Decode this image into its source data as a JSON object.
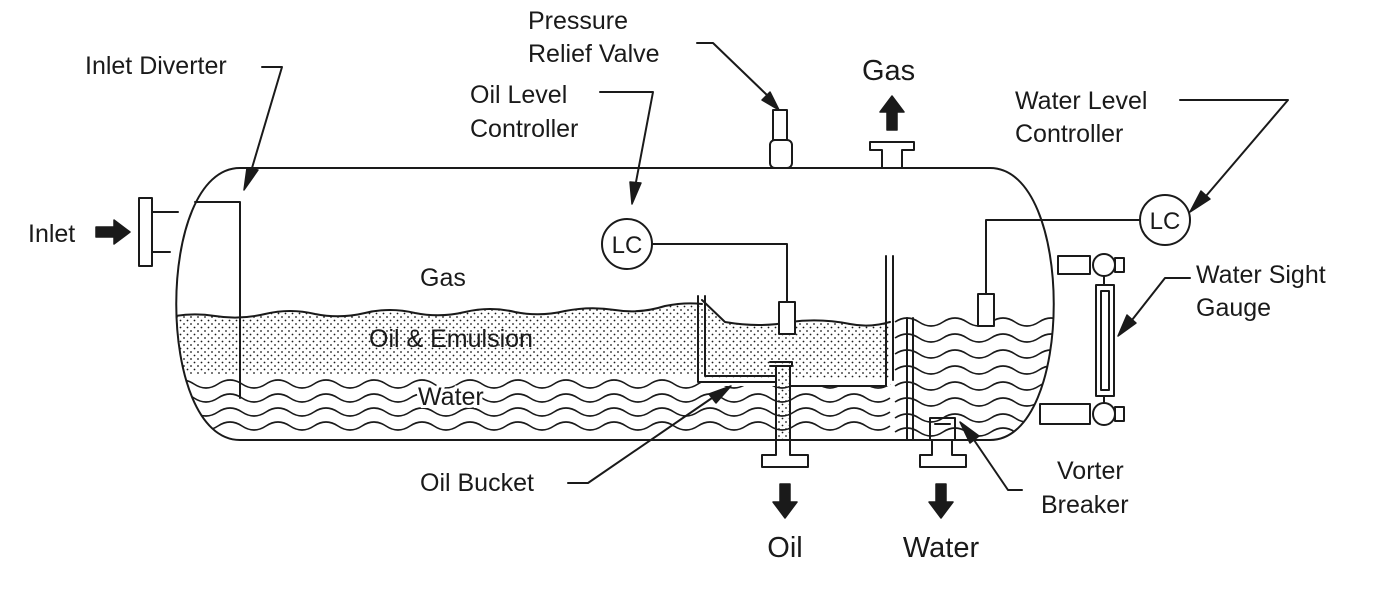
{
  "labels": {
    "inlet": "Inlet",
    "inlet_diverter": "Inlet Diverter",
    "pressure_relief_valve_1": "Pressure",
    "pressure_relief_valve_2": "Relief Valve",
    "gas_outlet": "Gas",
    "oil_level_controller_1": "Oil Level",
    "oil_level_controller_2": "Controller",
    "water_level_controller_1": "Water Level",
    "water_level_controller_2": "Controller",
    "lc_oil": "LC",
    "lc_water": "LC",
    "gas_zone": "Gas",
    "oil_emulsion_zone": "Oil & Emulsion",
    "water_zone": "Water",
    "water_sight_gauge_1": "Water Sight",
    "water_sight_gauge_2": "Gauge",
    "oil_bucket": "Oil Bucket",
    "vortex_breaker_1": "Vorter",
    "vortex_breaker_2": "Breaker",
    "oil_outlet": "Oil",
    "water_outlet": "Water"
  },
  "colors": {
    "ink": "#1a1a1a",
    "background": "#ffffff"
  }
}
